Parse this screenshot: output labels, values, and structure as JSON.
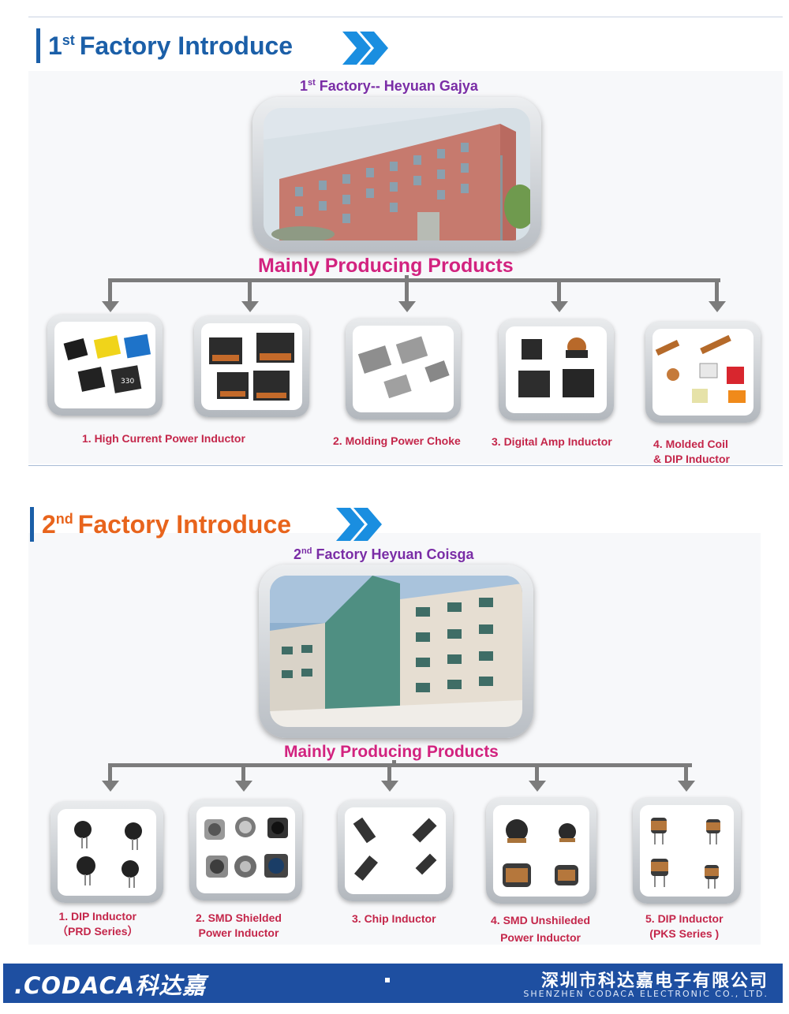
{
  "section1": {
    "heading_num": "1",
    "heading_sup": "st",
    "heading_text": "Factory Introduce",
    "heading_color": "#1b5fa8",
    "subtitle_num": "1",
    "subtitle_sup": "st",
    "subtitle_text": " Factory-- Heyuan Gajya",
    "mainly": "Mainly Producing Products",
    "labels": [
      "1. High Current Power Inductor",
      "2. Molding Power Choke",
      "3. Digital Amp Inductor",
      "4. Molded Coil",
      "& DIP Inductor"
    ]
  },
  "section2": {
    "heading_num": "2",
    "heading_sup": "nd",
    "heading_text": "Factory Introduce",
    "heading_color": "#e8641c",
    "subtitle_num": "2",
    "subtitle_sup": "nd",
    "subtitle_text": " Factory Heyuan Coisga",
    "mainly": "Mainly Producing Products",
    "labels": [
      "1. DIP Inductor",
      "（PRD Series）",
      "2. SMD Shielded",
      "Power Inductor",
      "3. Chip Inductor",
      "4. SMD Unshileded",
      "Power Inductor",
      "5. DIP Inductor",
      "(PKS Series )"
    ]
  },
  "footer": {
    "logo": ".CODACA科达嘉",
    "company_cn": "深圳市科达嘉电子有限公司",
    "company_en": "SHENZHEN CODACA ELECTRONIC CO., LTD."
  }
}
